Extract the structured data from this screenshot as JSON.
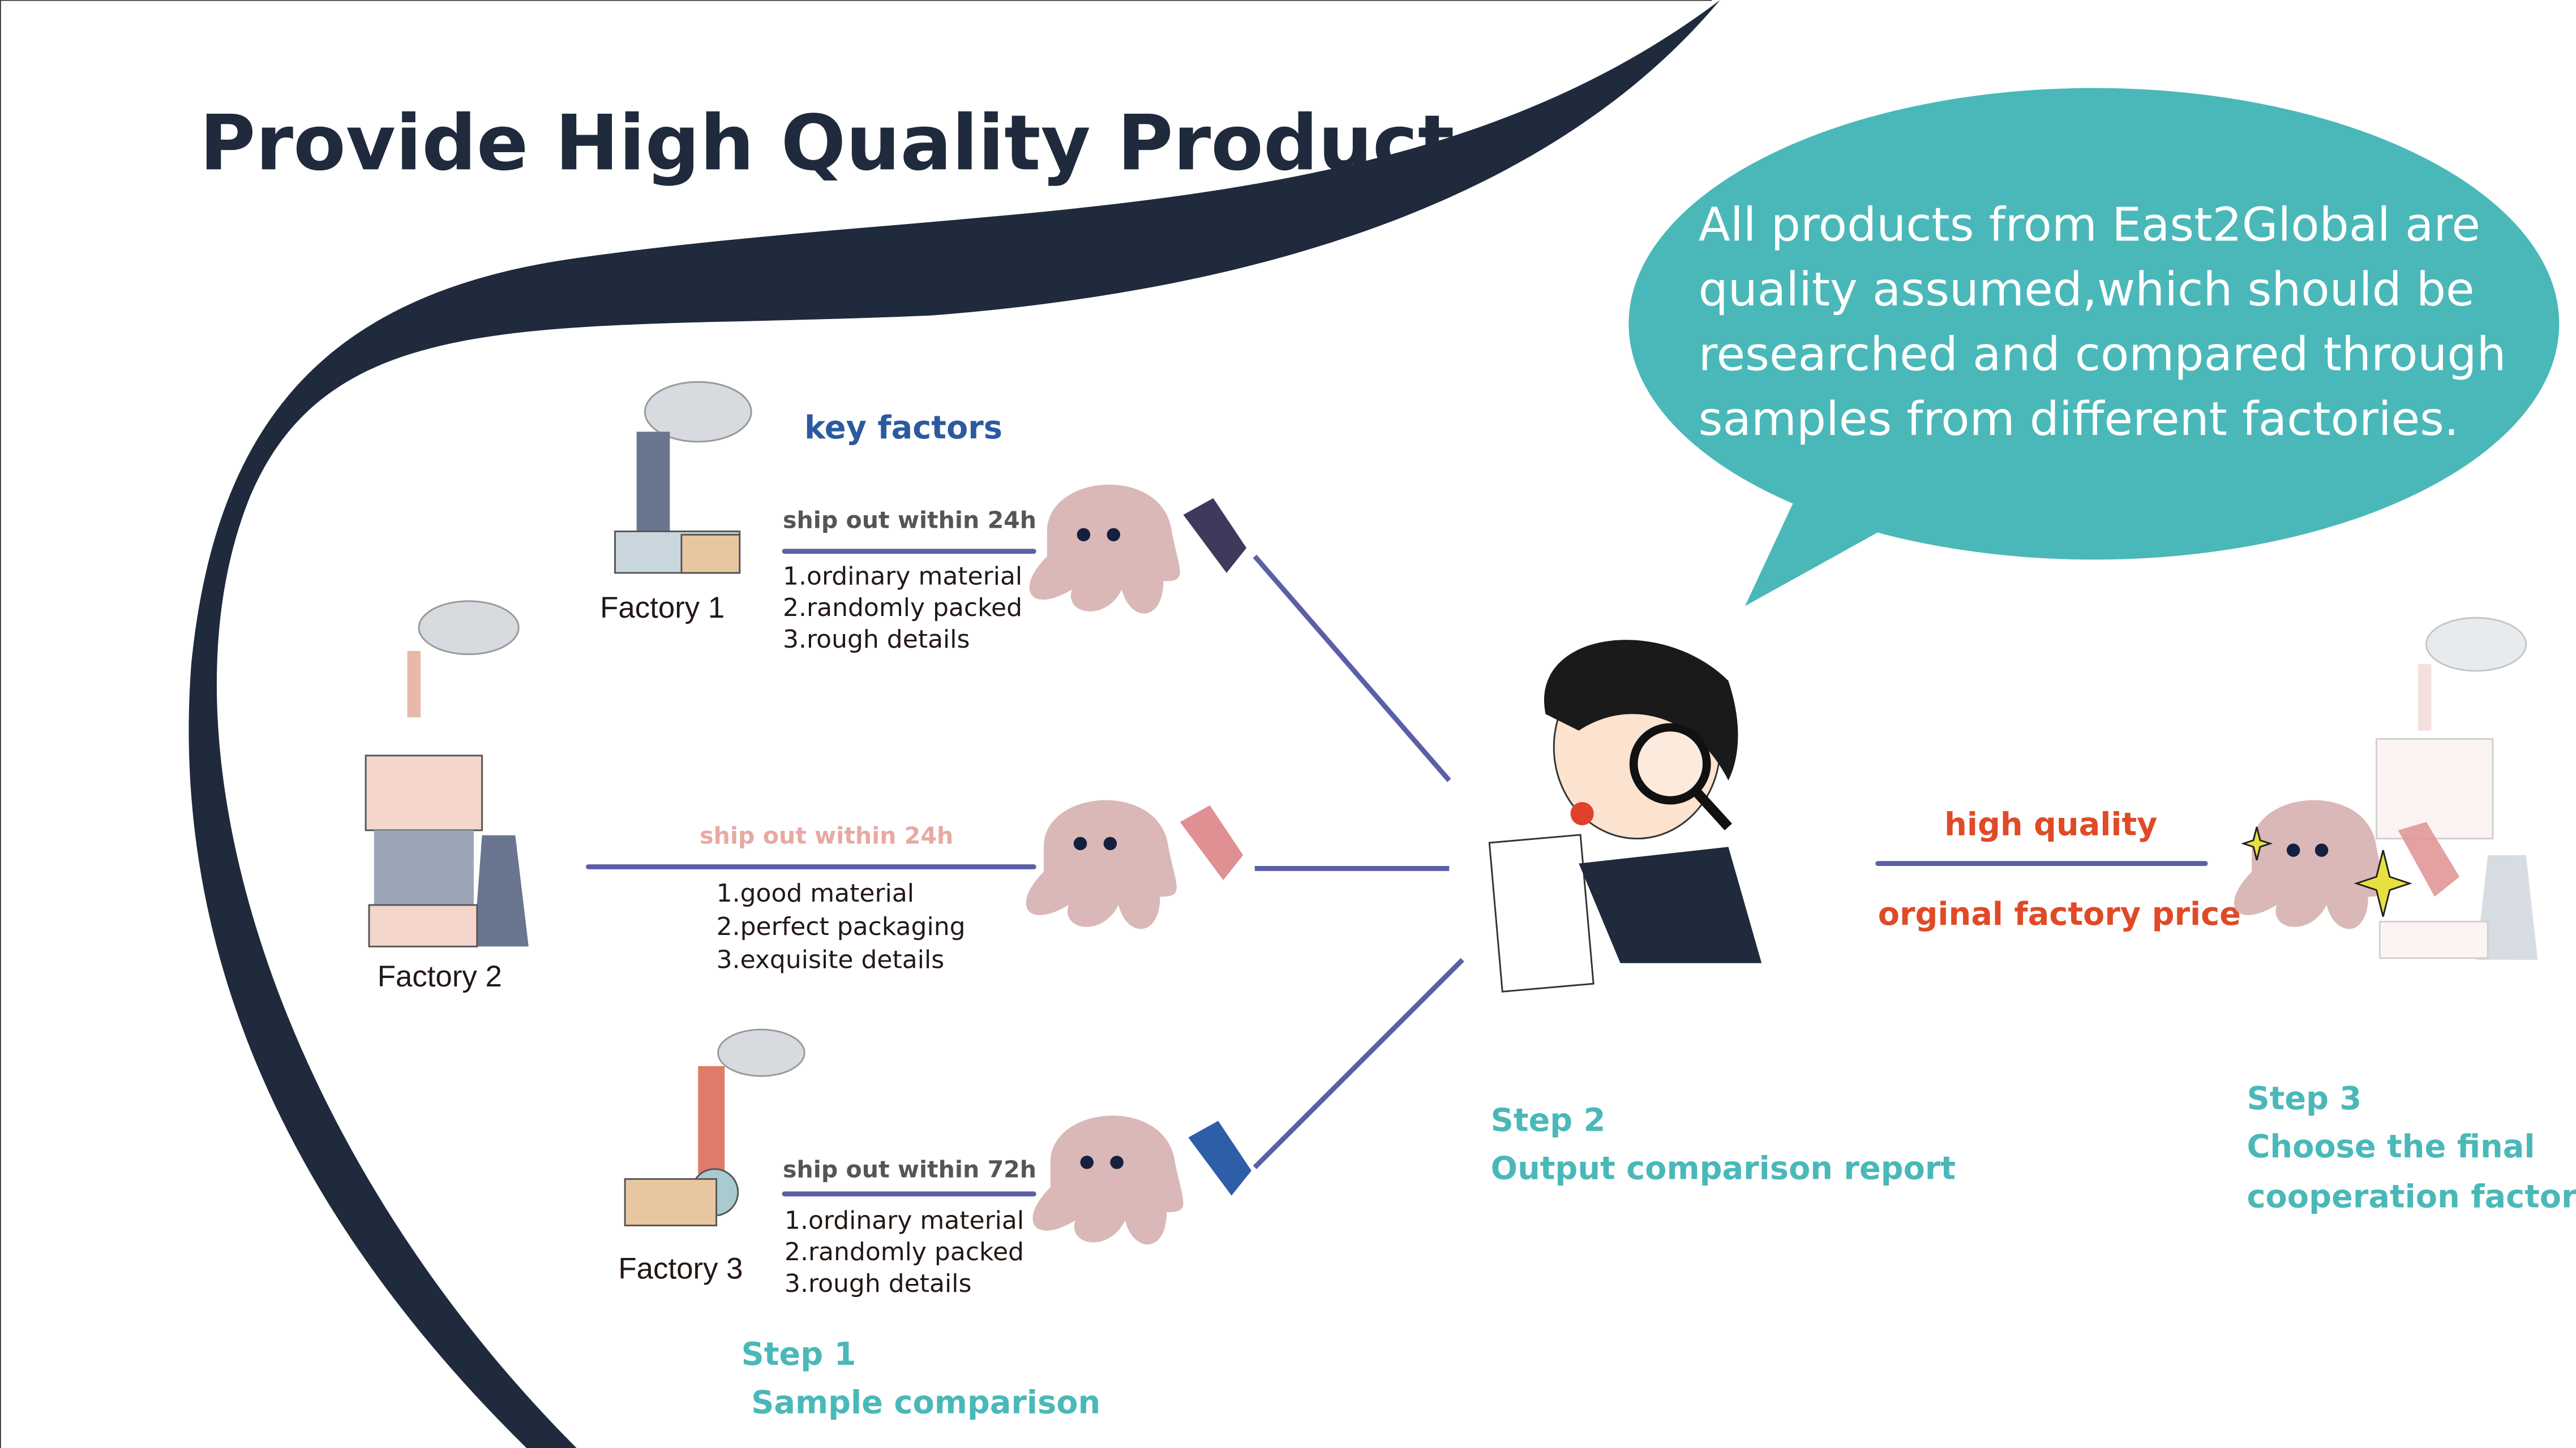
{
  "title": "Provide High Quality Product",
  "bubble": {
    "lines": [
      "All products from East2Global are",
      "quality assumed,which should be",
      "researched and compared through",
      "samples from different factories."
    ]
  },
  "key_factors": "key factors",
  "factories": [
    {
      "name": "Factory 1",
      "ship": "ship out within 24h",
      "items": [
        "1.ordinary material",
        "2.randomly packed",
        "3.rough details"
      ]
    },
    {
      "name": "Factory 2",
      "ship": "ship out within 24h",
      "items": [
        "1.good material",
        "2.perfect packaging",
        "3.exquisite details"
      ]
    },
    {
      "name": "Factory 3",
      "ship": "ship out within 72h",
      "items": [
        "1.ordinary material",
        "2.randomly packed",
        "3.rough details"
      ]
    }
  ],
  "result": {
    "top": "high quality",
    "bottom": "orginal factory price"
  },
  "steps": [
    {
      "label": "Step 1",
      "desc": "Sample comparison"
    },
    {
      "label": "Step 2",
      "desc": "Output comparison report"
    },
    {
      "label": "Step 3",
      "desc": [
        "Choose the final",
        "cooperation factory"
      ]
    }
  ],
  "colors": {
    "navy": "#1f2a3c",
    "teal": "#4ab8b9",
    "line": "#5a5fa6",
    "octopus": "#d9b8b7",
    "red": "#e04a27"
  }
}
